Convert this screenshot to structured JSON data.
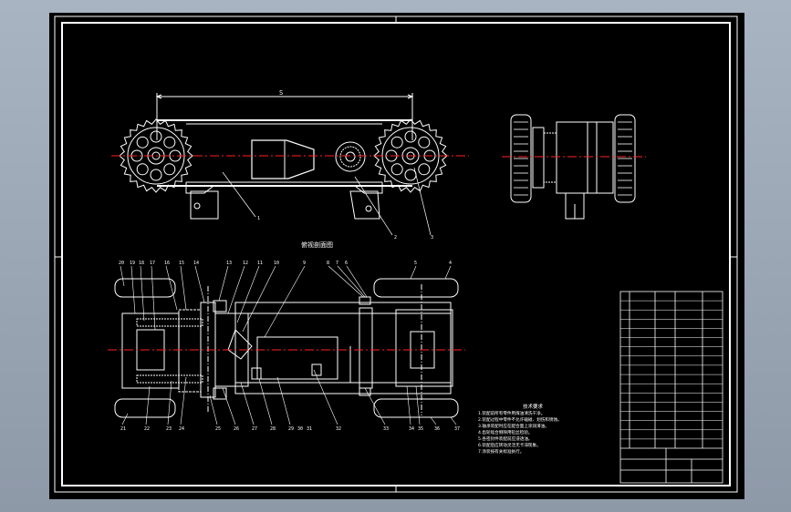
{
  "sheet": {
    "background": "#000000",
    "line_color": "#ffffff",
    "centerline_color": "#ff2020"
  },
  "front_view": {
    "dimension_label": "S",
    "callouts": [
      "1",
      "2",
      "3"
    ]
  },
  "section_view": {
    "title": "俯视剖面图",
    "top_callouts": [
      "20",
      "19",
      "18",
      "17",
      "16",
      "15",
      "14",
      "13",
      "12",
      "11",
      "10",
      "9",
      "8",
      "7",
      "6",
      "5",
      "4"
    ],
    "bottom_callouts": [
      "21",
      "22",
      "23",
      "24",
      "25",
      "26",
      "27",
      "28",
      "29",
      "30",
      "31",
      "32",
      "33",
      "34",
      "35",
      "36",
      "37"
    ]
  },
  "notes": {
    "title": "技术要求",
    "lines": [
      "1.装配前所有零件用煤油清洗干净。",
      "2.装配过程中零件不允许磕碰、划伤和锈蚀。",
      "3.轴承装配时应在配合面上涂润滑油。",
      "4.齿轮啮合侧隙用铅丝检验。",
      "5.各密封件装配前应浸透油。",
      "6.装配后应转动灵活无卡滞现象。",
      "7.涂装按有关标准执行。"
    ]
  },
  "title_block": {
    "rows": 16
  }
}
